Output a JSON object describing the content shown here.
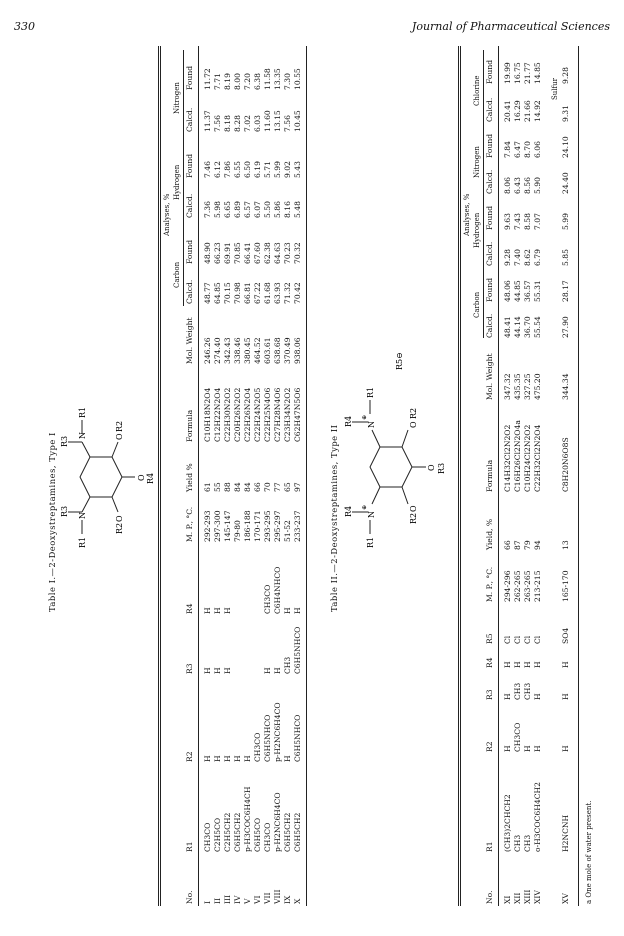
{
  "page": {
    "page_number": "330",
    "journal": "Journal of Pharmaceutical Sciences"
  },
  "table1": {
    "title": "Table I.—2-Deoxystreptamines, Type I",
    "headers": [
      "No.",
      "R1",
      "R2",
      "R3",
      "R4",
      "M. P., °C.",
      "Yield %",
      "Formula",
      "Mol. Weight",
      "Calcd.",
      "Found",
      "Calcd.",
      "Found",
      "Calcd.",
      "Found"
    ],
    "group_headers": {
      "analyses": "Analyses, %",
      "carbon": "Carbon",
      "hydrogen": "Hydrogen",
      "nitrogen": "Nitrogen"
    },
    "rows": [
      [
        "I",
        "CH3CO",
        "H",
        "H",
        "H",
        "292-293",
        "61",
        "C10H18N2O4",
        "246.26",
        "48.77",
        "48.90",
        "7.36",
        "7.46",
        "11.37",
        "11.72"
      ],
      [
        "II",
        "C2H5CO",
        "H",
        "H",
        "H",
        "297-300",
        "55",
        "C12H22N2O4",
        "274.40",
        "64.85",
        "66.23",
        "5.98",
        "6.12",
        "7.56",
        "7.71"
      ],
      [
        "III",
        "C2H5CH2",
        "H",
        "H",
        "H",
        "145-147",
        "88",
        "C22H30N2O2",
        "342.43",
        "70.15",
        "69.91",
        "6.65",
        "7.86",
        "8.18",
        "8.19"
      ],
      [
        "IV",
        "C6H5CH2",
        "H",
        "",
        "",
        "79-80",
        "84",
        "C20H26N2O2",
        "338.46",
        "70.98",
        "70.85",
        "6.89",
        "6.55",
        "8.28",
        "8.00"
      ],
      [
        "V",
        "p-H3COC6H4CH",
        "H",
        "",
        "",
        "186-188",
        "84",
        "C22H26N2O4",
        "380.45",
        "66.81",
        "66.41",
        "6.57",
        "6.50",
        "7.02",
        "7.20"
      ],
      [
        "VI",
        "C6H5CO",
        "CH3CO",
        "",
        "",
        "170-171",
        "66",
        "C22H24N2O5",
        "464.52",
        "67.22",
        "67.60",
        "6.07",
        "6.19",
        "6.03",
        "6.38"
      ],
      [
        "VII",
        "CH3CO",
        "C6H5NHCO",
        "H",
        "CH3CO",
        "293-295",
        "70",
        "C22H25N4O6",
        "603.61",
        "61.68",
        "62.38",
        "5.50",
        "5.71",
        "11.60",
        "11.58"
      ],
      [
        "VIII",
        "p-H2NC6H4CO",
        "p-H2NC6H4CO",
        "H",
        "C6H4NHCO",
        "295-297",
        "77",
        "C27H28N4O6",
        "638.68",
        "63.93",
        "64.63",
        "5.86",
        "5.99",
        "13.15",
        "13.35"
      ],
      [
        "IX",
        "C6H5CH2",
        "H",
        "CH3",
        "H",
        "51-52",
        "65",
        "C23H34N2O2",
        "370.49",
        "71.32",
        "70.23",
        "8.16",
        "9.02",
        "7.56",
        "7.30"
      ],
      [
        "X",
        "C6H5CH2",
        "C6H5NHCO",
        "C6H5NHCO",
        "H",
        "233-237",
        "97",
        "C62H47N5O6",
        "938.06",
        "70.42",
        "70.32",
        "5.48",
        "5.43",
        "10.45",
        "10.55"
      ]
    ],
    "scheme": {
      "r1": "R1",
      "r2": "R2",
      "r3": "R3",
      "r4": "R4",
      "n": "N",
      "o": "O"
    }
  },
  "table2": {
    "title": "Table II.—2-Deoxystreptamines, Type II",
    "headers": [
      "No.",
      "R1",
      "R2",
      "R3",
      "R4",
      "R5",
      "M. P., °C.",
      "Yield, %",
      "Formula",
      "Mol. Weight",
      "Calcd.",
      "Found",
      "Calcd.",
      "Found",
      "Calcd.",
      "Found",
      "Calcd.",
      "Found"
    ],
    "group_headers": {
      "analyses": "Analyses, %",
      "carbon": "Carbon",
      "hydrogen": "Hydrogen",
      "nitrogen": "Nitrogen",
      "chlorine": "Chlorine",
      "sulfur": "Sulfur"
    },
    "rows": [
      [
        "XI",
        "(CH3)2CHCH2",
        "H",
        "H",
        "H",
        "Cl",
        "294-296",
        "66",
        "C14H32Cl2N2O2",
        "347.32",
        "48.41",
        "48.06",
        "9.28",
        "9.63",
        "8.06",
        "7.84",
        "20.41",
        "19.99"
      ],
      [
        "XII",
        "CH3",
        "CH3CO",
        "CH3",
        "H",
        "Cl",
        "262-265",
        "87",
        "C16H26Cl2N2O4a",
        "435.35",
        "44.14",
        "44.85",
        "7.40",
        "7.43",
        "6.43",
        "6.47",
        "16.29",
        "16.75"
      ],
      [
        "XIII",
        "CH3",
        "H",
        "CH3",
        "H",
        "Cl",
        "263-265",
        "79",
        "C10H24Cl2N2O2",
        "327.25",
        "36.70",
        "36.57",
        "8.62",
        "8.58",
        "8.56",
        "8.70",
        "21.66",
        "21.77"
      ],
      [
        "XIV",
        "o-H3COC6H4CH2",
        "H",
        "H",
        "H",
        "Cl",
        "213-215",
        "94",
        "C22H32Cl2N2O4",
        "475.20",
        "55.54",
        "55.31",
        "6.79",
        "7.07",
        "5.90",
        "6.06",
        "14.92",
        "14.85"
      ],
      [
        "XV",
        "H2NCNH",
        "H",
        "H",
        "H",
        "SO4",
        "165-170",
        "13",
        "C8H20N6O8S",
        "344.34",
        "27.90",
        "28.17",
        "5.85",
        "5.99",
        "24.40",
        "24.10",
        "9.31",
        "9.28"
      ]
    ],
    "footnote": "a One mole of water present.",
    "scheme": {
      "r1": "R1",
      "r2": "R2",
      "r3": "R3",
      "r4": "R4",
      "r5": "R5",
      "n": "N",
      "o": "O",
      "charge": "⊕",
      "anion": "R5⊖"
    }
  }
}
